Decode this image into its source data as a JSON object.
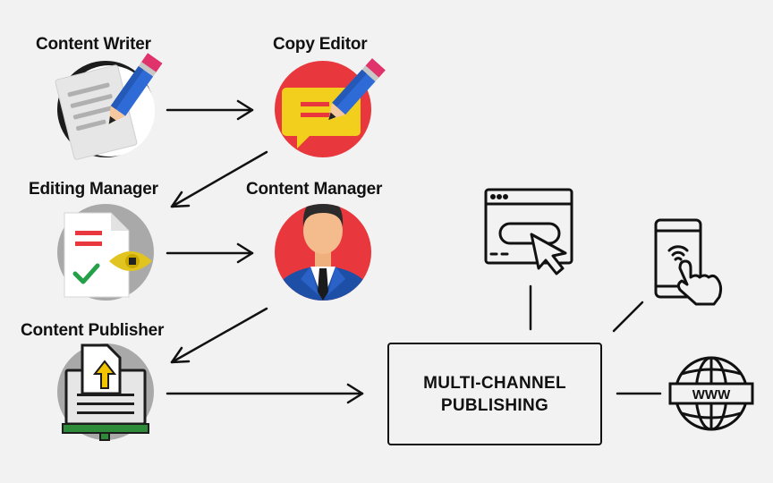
{
  "roles": {
    "writer": "Content Writer",
    "copy_editor": "Copy Editor",
    "editing_manager": "Editing Manager",
    "content_manager": "Content Manager",
    "publisher": "Content Publisher"
  },
  "hub": {
    "line1": "MULTI-CHANNEL",
    "line2": "PUBLISHING"
  },
  "channels": {
    "web_label": "WWW"
  },
  "colors": {
    "background": "#f2f2f2",
    "stroke": "#111111",
    "copy_editor_circle": "#e8383d",
    "speech_bubble": "#f2cf1d",
    "content_manager_circle": "#e8383d",
    "suit": "#1e4fa6",
    "publisher_green": "#2e8b3a",
    "upload_arrow": "#f2c500",
    "check_green": "#24a148"
  }
}
